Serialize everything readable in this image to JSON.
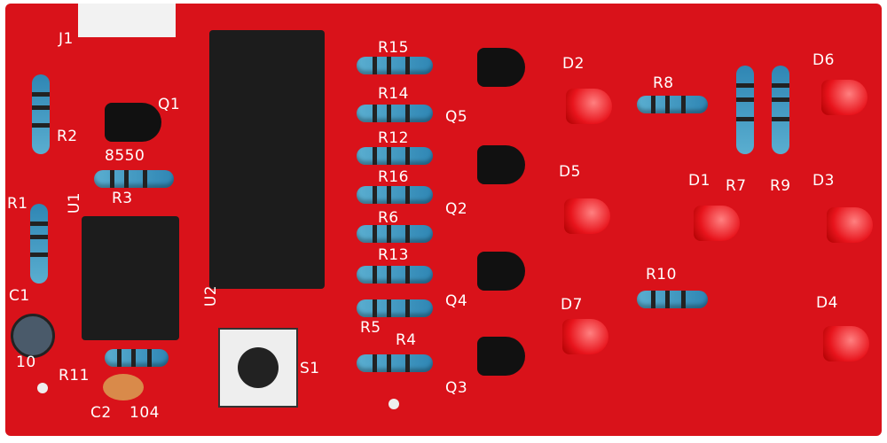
{
  "labels": {
    "j1": "J1",
    "q1": "Q1",
    "r2": "R2",
    "q1_type": "8550",
    "r3": "R3",
    "r1": "R1",
    "u1": "U1",
    "c1": "C1",
    "c1_val": "10",
    "r11": "R11",
    "c2": "C2",
    "c2_val": "104",
    "u2": "U2",
    "s1": "S1",
    "r15": "R15",
    "r14": "R14",
    "r12": "R12",
    "r16": "R16",
    "r6": "R6",
    "r13": "R13",
    "r5": "R5",
    "r4": "R4",
    "q5": "Q5",
    "q2": "Q2",
    "q4": "Q4",
    "q3": "Q3",
    "d2": "D2",
    "d5": "D5",
    "d7": "D7",
    "r8": "R8",
    "d1": "D1",
    "r10": "R10",
    "r7": "R7",
    "r9": "R9",
    "d6": "D6",
    "d3": "D3",
    "d4": "D4"
  },
  "colors": {
    "board": "#d9121a",
    "silkscreen": "#ffffff",
    "resistor": "#3c95c2",
    "led": "#e8141c"
  }
}
